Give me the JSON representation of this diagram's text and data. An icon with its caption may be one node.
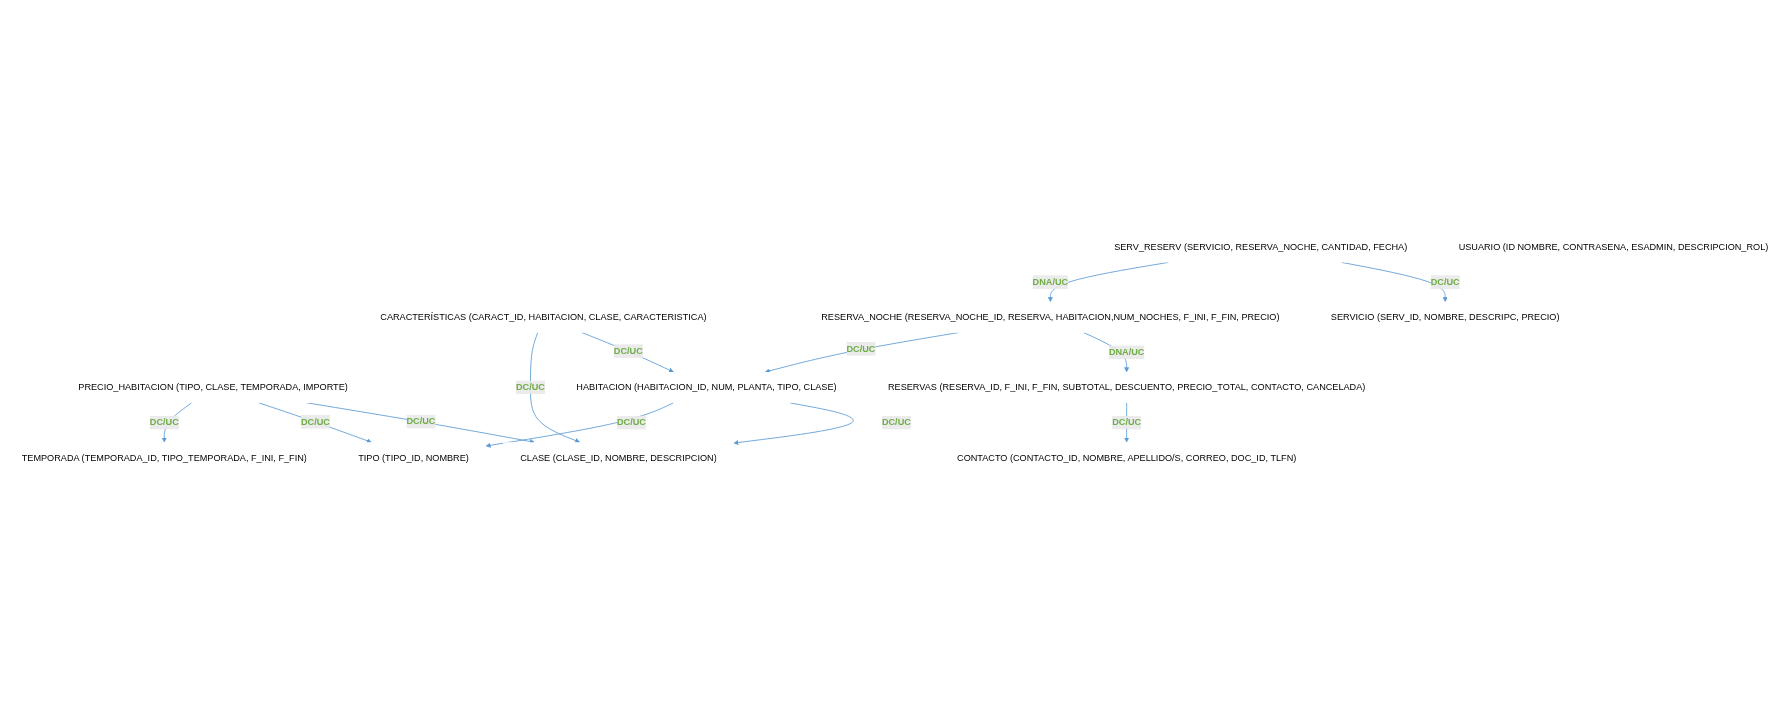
{
  "diagram": {
    "nodes": [
      {
        "text": [
          "TEMPORADA (TEMPORADA_ID, TIPO_TEMPORADA, F_INI, F_FIN)"
        ]
      },
      {
        "text": [
          "TIPO (TIPO_ID, NOMBRE)"
        ]
      },
      {
        "text": [
          "PRECIO_HABITACION (TIPO, CLASE, TEMPORADA, IMPORTE)"
        ]
      },
      {
        "text": [
          "CLASE (CLASE_ID, NOMBRE, DESCRIPCION)"
        ]
      },
      {
        "text": [
          "HABITACION (HABITACION_ID, NUM, PLANTA, TIPO, CLASE)"
        ]
      },
      {
        "text": [
          "CARACTERÍSTICAS (CARACT_ID, HABITACION, CLASE, CARACTERISTICA)"
        ]
      },
      {
        "text": [
          "RESERVA_NOCHE (RESERVA_NOCHE_ID, RESERVA, HABITACION,NUM_NOCHES, F_INI, F_FIN, PRECIO)"
        ]
      },
      {
        "text": [
          "SERV_RESERV (SERVICIO, RESERVA_NOCHE, CANTIDAD, FECHA)"
        ]
      },
      {
        "text": [
          "RESERVAS (RESERVA_ID, F_INI, F_FIN, SUBTOTAL, DESCUENTO, PRECIO_TOTAL, CONTACTO, CANCELADA)"
        ]
      },
      {
        "text": [
          "CONTACTO (CONTACTO_ID, NOMBRE, APELLIDO/S, CORREO, DOC_ID, TLFN)"
        ]
      },
      {
        "text": [
          "SERVICIO (SERV_ID, NOMBRE, DESCRIPC, PRECIO)"
        ]
      },
      {
        "text": [
          "USUARIO (ID NOMBRE, CONTRASENA, ESADMIN, DESCRIPCION_ROL)"
        ]
      }
    ],
    "edges": [
      {
        "from": 2,
        "to": 0,
        "arrow": "to",
        "label": "DC/UC"
      },
      {
        "from": 2,
        "to": 1,
        "arrow": "to",
        "label": "DC/UC"
      },
      {
        "from": 4,
        "to": 1,
        "arrow": "to",
        "label": "DC/UC"
      },
      {
        "from": 2,
        "to": 3,
        "arrow": "to",
        "label": "DC/UC"
      },
      {
        "from": 4,
        "to": 3,
        "arrow": "to",
        "label": "DC/UC"
      },
      {
        "from": 5,
        "to": 3,
        "arrow": "to",
        "label": "DC/UC"
      },
      {
        "from": 5,
        "to": 4,
        "arrow": "to",
        "label": "DC/UC"
      },
      {
        "from": 6,
        "to": 4,
        "arrow": "to",
        "label": "DC/UC"
      },
      {
        "from": 6,
        "to": 8,
        "arrow": "to",
        "label": "DNA/UC"
      },
      {
        "from": 8,
        "to": 9,
        "arrow": "to",
        "label": "DC/UC"
      },
      {
        "from": 7,
        "to": 6,
        "arrow": "to",
        "label": "DNA/UC"
      },
      {
        "from": 7,
        "to": 10,
        "arrow": "to",
        "label": "DC/UC"
      }
    ]
  }
}
